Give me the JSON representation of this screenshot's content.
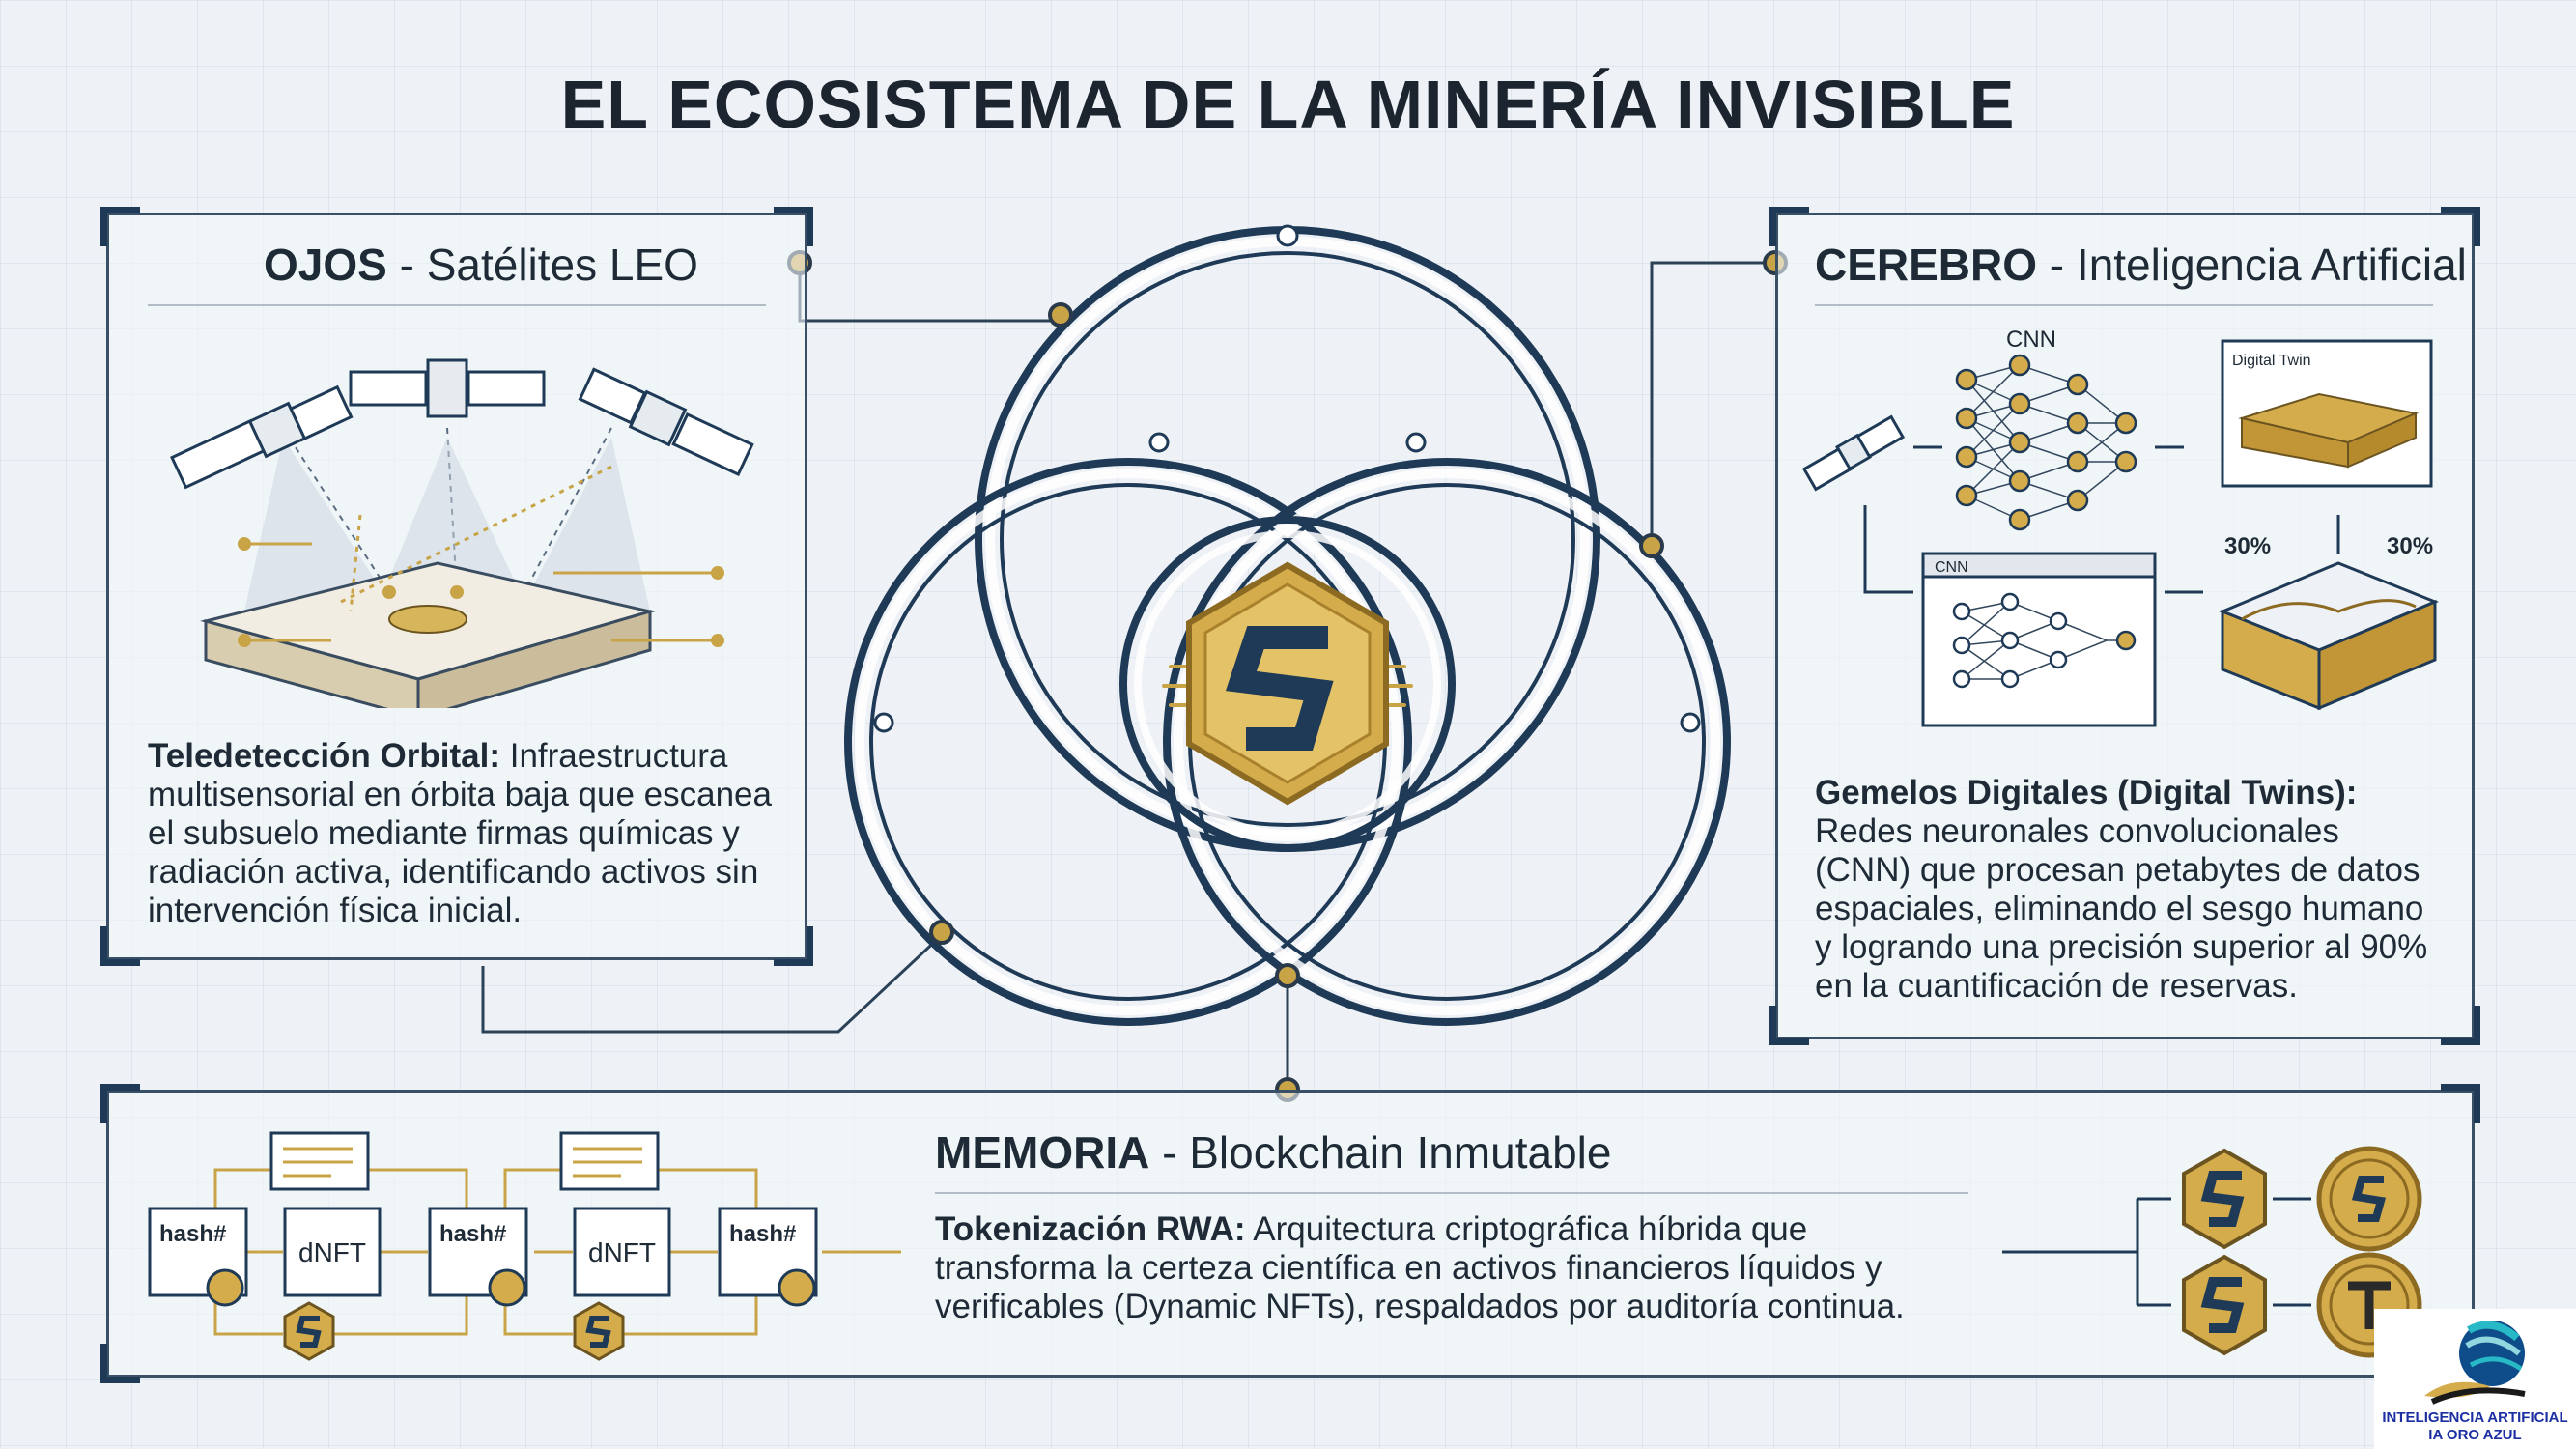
{
  "title": "EL ECOSISTEMA DE LA MINERÍA INVISIBLE",
  "ojos": {
    "title_bold": "OJOS",
    "title_rest": " - Satélites LEO",
    "desc_bold": "Teledetección Orbital:",
    "desc": " Infraestructura multisensorial en órbita baja que escanea el subsuelo mediante firmas químicas y radiación activa, identificando activos sin intervención física inicial."
  },
  "cerebro": {
    "title_bold": "CEREBRO",
    "title_rest": " - Inteligencia Artificial",
    "cnn_label": "CNN",
    "cnn_window_label": "CNN",
    "digital_twin_label": "Digital Twin",
    "pct_left": "30%",
    "pct_right": "30%",
    "desc_bold": "Gemelos Digitales (Digital Twins):",
    "desc": " Redes neuronales convolucionales (CNN) que procesan petabytes de datos espaciales, eliminando el sesgo humano y logrando una precisión superior al 90% en la cuantificación de reservas."
  },
  "memoria": {
    "title_bold": "MEMORIA",
    "title_rest": " - Blockchain Inmutable",
    "hash_label": "hash#",
    "dnft_label": "dNFT",
    "desc_bold": "Tokenización RWA:",
    "desc": " Arquitectura criptográfica híbrida que transforma la certeza científica en activos financieros líquidos y verificables (Dynamic NFTs), respaldados por auditoría continua."
  },
  "logo": {
    "line1": "INTELIGENCIA ARTIFICIAL",
    "line2": "IA ORO AZUL"
  },
  "colors": {
    "navy": "#1e3a56",
    "gold": "#c9a447",
    "background": "#eef2f6"
  }
}
